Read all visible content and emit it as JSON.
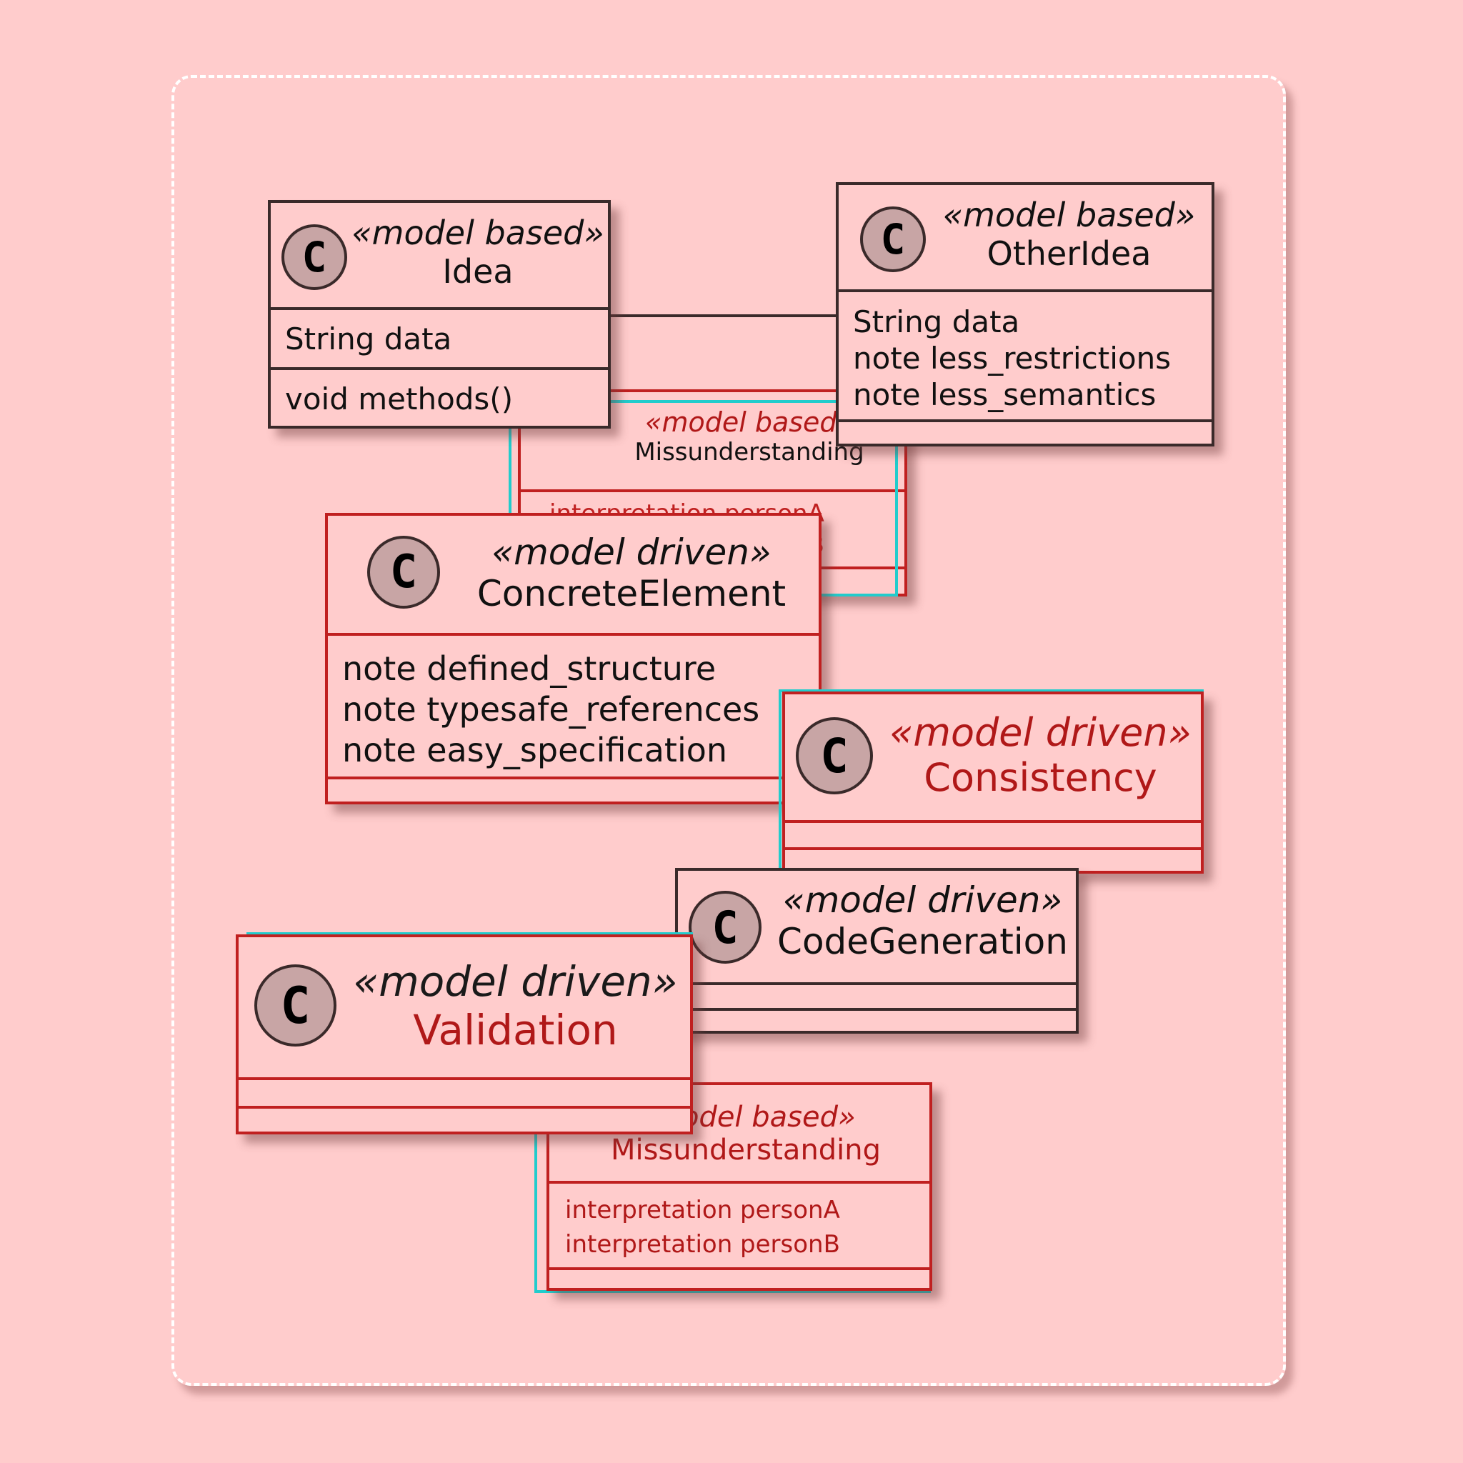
{
  "diagram": {
    "classes": {
      "idea": {
        "stereotype": "«model based»",
        "name": "Idea",
        "attributes": [
          "String data"
        ],
        "methods": [
          "void methods()"
        ]
      },
      "other_idea": {
        "stereotype": "«model based»",
        "name": "OtherIdea",
        "attributes": [
          "String data",
          "note less_restrictions",
          "note less_semantics"
        ]
      },
      "misunderstanding_top": {
        "stereotype": "«model based»",
        "name": "Missunderstanding",
        "attributes": [
          "interpretation personA",
          "interpretation personB"
        ]
      },
      "concrete_element": {
        "stereotype": "«model driven»",
        "name": "ConcreteElement",
        "attributes": [
          "note defined_structure",
          "note typesafe_references",
          "note easy_specification"
        ]
      },
      "consistency": {
        "stereotype": "«model driven»",
        "name": "Consistency"
      },
      "code_generation": {
        "stereotype": "«model driven»",
        "name": "CodeGeneration"
      },
      "validation": {
        "stereotype": "«model driven»",
        "name": "Validation"
      },
      "misunderstanding_bottom": {
        "stereotype": "«model based»",
        "name": "Missunderstanding",
        "attributes": [
          "interpretation personA",
          "interpretation personB"
        ]
      }
    },
    "badge_letter": "C"
  }
}
